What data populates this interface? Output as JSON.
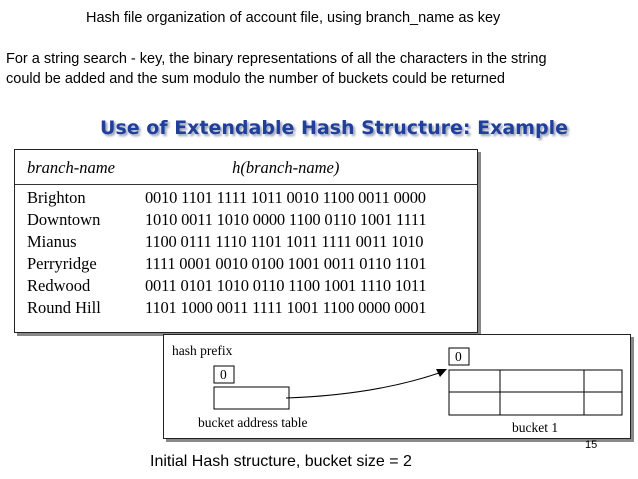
{
  "header": {
    "top_title": "Hash file organization of account file, using branch_name as key",
    "intro": "For a string search - key, the binary representations of  all the characters in the string could be added and the sum modulo the number of buckets could be returned",
    "slide_title": "Use of Extendable Hash Structure:  Example"
  },
  "table": {
    "col_name": "branch-name",
    "col_hash": "h(branch-name)",
    "rows": [
      {
        "name": "Brighton",
        "hash": "0010 1101 1111 1011 0010 1100 0011 0000"
      },
      {
        "name": "Downtown",
        "hash": "1010 0011 1010 0000 1100 0110 1001 1111"
      },
      {
        "name": "Mianus",
        "hash": "1100 0111 1110 1101 1011 1111 0011 1010"
      },
      {
        "name": "Perryridge",
        "hash": "1111 0001 0010 0100 1001 0011 0110 1101"
      },
      {
        "name": "Redwood",
        "hash": "0011 0101 1010 0110 1100 1001 1110 1011"
      },
      {
        "name": "Round Hill",
        "hash": "1101 1000 0011 1111 1001 1100 0000 0001"
      }
    ]
  },
  "diagram": {
    "hash_prefix_label": "hash prefix",
    "prefix_value": "0",
    "bucket_prefix_value": "0",
    "address_table_label": "bucket address table",
    "bucket_label": "bucket 1"
  },
  "footer": {
    "page_number": "15",
    "caption": "Initial Hash structure, bucket size = 2"
  }
}
